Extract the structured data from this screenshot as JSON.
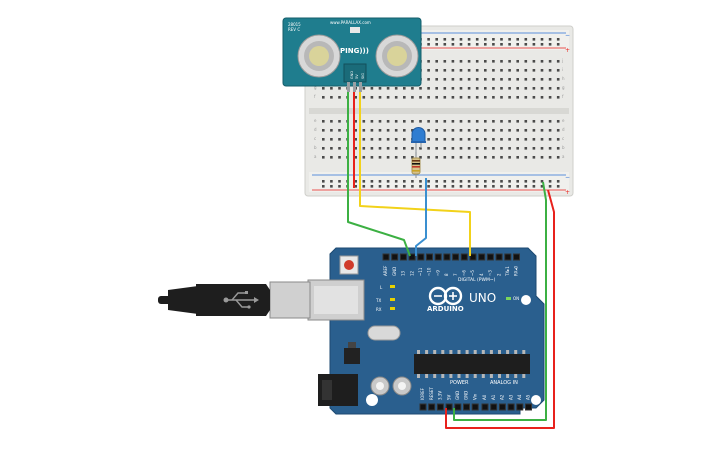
{
  "sensor": {
    "model": "28015",
    "revision": "REV C",
    "website": "www.PARALLAX.com",
    "name": "PING)))",
    "pins": [
      "GND",
      "5V",
      "SIG"
    ]
  },
  "arduino": {
    "brand": "ARDUINO",
    "model": "UNO",
    "digital_header_label": "DIGITAL (PWM~)",
    "power_label": "POWER",
    "analog_label": "ANALOG IN",
    "tx_label": "TX",
    "rx_label": "RX",
    "l_label": "L",
    "on_label": "ON",
    "digital_pins": [
      "AREF",
      "GND",
      "13",
      "12",
      "~11",
      "~10",
      "~9",
      "8",
      "7",
      "~6",
      "~5",
      "4",
      "~3",
      "2",
      "TX▸1",
      "RX◂0"
    ],
    "power_pins": [
      "IOREF",
      "RESET",
      "3.3V",
      "5V",
      "GND",
      "GND",
      "Vin"
    ],
    "analog_pins": [
      "A0",
      "A1",
      "A2",
      "A3",
      "A4",
      "A5"
    ]
  },
  "breadboard": {
    "row_letters_top": [
      "j",
      "i",
      "h",
      "g",
      "f"
    ],
    "row_letters_bottom": [
      "e",
      "d",
      "c",
      "b",
      "a"
    ],
    "rail_plus": "+",
    "rail_minus": "−"
  },
  "colors": {
    "pcb": "#2a5f8e",
    "sensor_pcb": "#1f7d8e",
    "wire_red": "#e8211c",
    "wire_black": "#222222",
    "wire_green": "#3cb043",
    "wire_yellow": "#f2d21a",
    "wire_blue": "#3a8fd0",
    "led": "#2f7dd1",
    "breadboard": "#e9e9e6"
  }
}
